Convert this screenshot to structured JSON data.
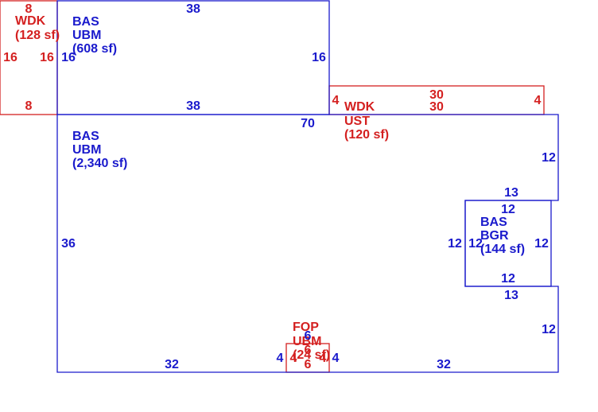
{
  "colors": {
    "main": "#1a1acc",
    "deck": "#d42020",
    "background": "#ffffff"
  },
  "areas": {
    "wdk_left": {
      "line1": "WDK",
      "line2": "(128 sf)"
    },
    "bas_upper": {
      "line1": "BAS",
      "line2": "UBM",
      "line3": "(608 sf)"
    },
    "wdk_ust": {
      "line1": "WDK",
      "line2": "UST",
      "line3": "(120 sf)"
    },
    "bas_main": {
      "line1": "BAS",
      "line2": "UBM",
      "line3": "(2,340 sf)"
    },
    "bas_bgr": {
      "line1": "BAS",
      "line2": "BGR",
      "line3": "(144 sf)"
    },
    "fop": {
      "line1": "FOP",
      "line2": "UBM",
      "line3": "(24 sf)"
    }
  },
  "dimensions": {
    "wdk_left": {
      "top": "8",
      "bottom": "8",
      "left": "16",
      "right": "16"
    },
    "bas_upper": {
      "top": "38",
      "bottom": "38",
      "left": "16",
      "right": "16"
    },
    "wdk_ust": {
      "top": "30",
      "inner": "30",
      "left": "4",
      "right": "4"
    },
    "bas_main": {
      "top": "70",
      "left": "36",
      "bottom_left": "32",
      "bottom_right": "32",
      "right_upper": "12",
      "right_lower": "12",
      "notch_top": "13",
      "notch_bottom": "13"
    },
    "bas_bgr": {
      "top": "12",
      "bottom": "12",
      "left_outer": "12",
      "left_inner": "12",
      "right": "12"
    },
    "fop": {
      "top": "6",
      "bottom": "6",
      "inner_top": "6",
      "left_outer": "4",
      "left_inner": "4",
      "right_inner": "4",
      "right_outer": "4"
    }
  }
}
